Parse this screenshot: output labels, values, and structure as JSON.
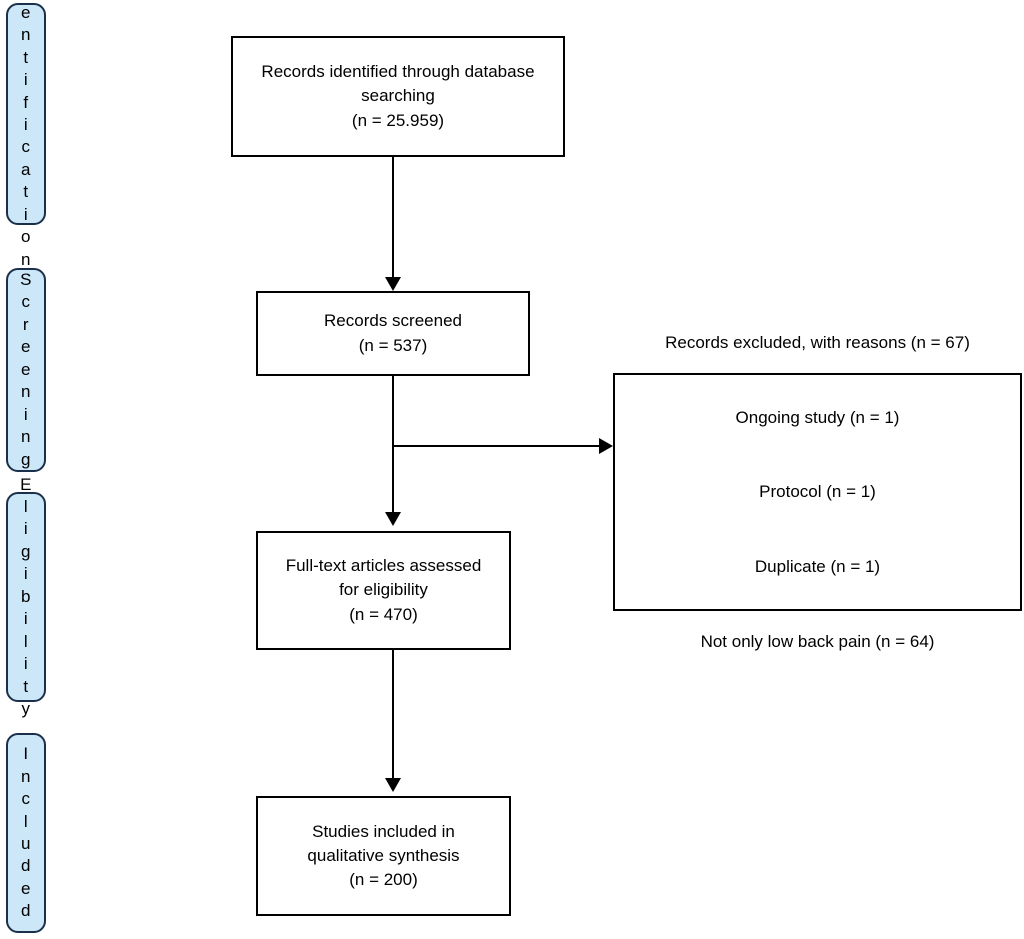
{
  "diagram": {
    "type": "prisma-flow-diagram",
    "colors": {
      "stage_fill": "#cce7f7",
      "stage_border": "#1b2f4b",
      "box_border": "#000000",
      "background": "#ffffff",
      "text": "#000000"
    },
    "stages": [
      {
        "id": "identification",
        "label": "I\nd\ne\nn\nt\ni\nf\ni\nc\na\nt\ni\no\nn",
        "plain": "Identification"
      },
      {
        "id": "screening",
        "label": "S\nc\nr\ne\ne\nn\ni\nn\ng",
        "plain": "Screening"
      },
      {
        "id": "eligibility",
        "label": "E\nl\ni\ng\ni\nb\ni\nl\ni\nt\ny",
        "plain": "Eligibility"
      },
      {
        "id": "included",
        "label": "I\nn\nc\nl\nu\nd\ne\nd",
        "plain": "Included"
      }
    ],
    "boxes": {
      "identified": {
        "text": "Records identified through database\nsearching\n(n =  25.959)",
        "count": 25959
      },
      "screened": {
        "text": "Records screened\n(n = 537)",
        "count": 537
      },
      "excluded": {
        "text": "Records excluded, with reasons (n = 67)\n\nOngoing study (n = 1)\n\nProtocol (n = 1)\n\nDuplicate (n = 1)\n\nNot only low back pain (n = 64)",
        "total": 67,
        "reasons": [
          {
            "label": "Ongoing study",
            "n": 1
          },
          {
            "label": "Protocol",
            "n": 1
          },
          {
            "label": "Duplicate",
            "n": 1
          },
          {
            "label": "Not only low back pain",
            "n": 64
          }
        ]
      },
      "fulltext": {
        "text": "Full-text articles assessed\nfor eligibility\n(n =  470)",
        "count": 470
      },
      "included": {
        "text": "Studies included in\nqualitative synthesis\n(n = 200)",
        "count": 200
      }
    }
  }
}
